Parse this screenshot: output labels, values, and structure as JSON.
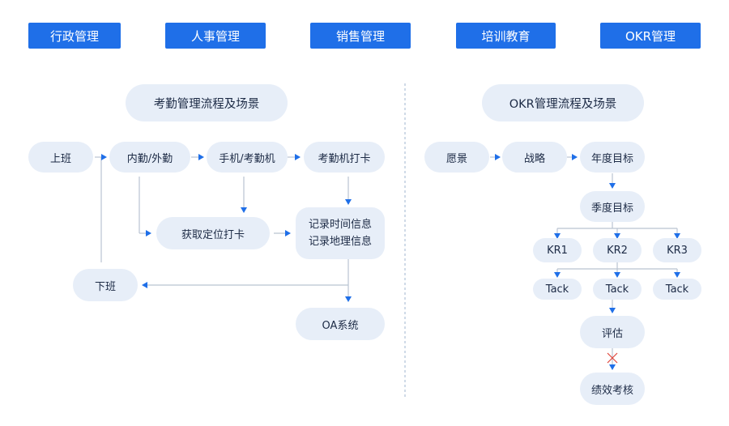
{
  "tabs": [
    {
      "label": "行政管理"
    },
    {
      "label": "人事管理"
    },
    {
      "label": "销售管理"
    },
    {
      "label": "培训教育"
    },
    {
      "label": "OKR管理"
    }
  ],
  "attendance": {
    "title": "考勤管理流程及场景",
    "nodes": {
      "start_work": "上班",
      "internal_external": "内勤/外勤",
      "phone_machine": "手机/考勤机",
      "machine_clock": "考勤机打卡",
      "location_clock": "获取定位打卡",
      "record_time": "记录时间信息",
      "record_location": "记录地理信息",
      "end_work": "下班",
      "oa_system": "OA系统"
    }
  },
  "okr": {
    "title": "OKR管理流程及场景",
    "nodes": {
      "vision": "愿景",
      "strategy": "战略",
      "annual_goal": "年度目标",
      "quarter_goal": "季度目标",
      "kr1": "KR1",
      "kr2": "KR2",
      "kr3": "KR3",
      "task1": "Tack",
      "task2": "Tack",
      "task3": "Tack",
      "evaluate": "评估",
      "performance": "绩效考核"
    }
  },
  "colors": {
    "tab_bg": "#1f6fe8",
    "pill_bg": "#e7eef8",
    "arrow": "#1f6fe8",
    "line": "#b9c3d1",
    "cross": "#e0483e"
  }
}
